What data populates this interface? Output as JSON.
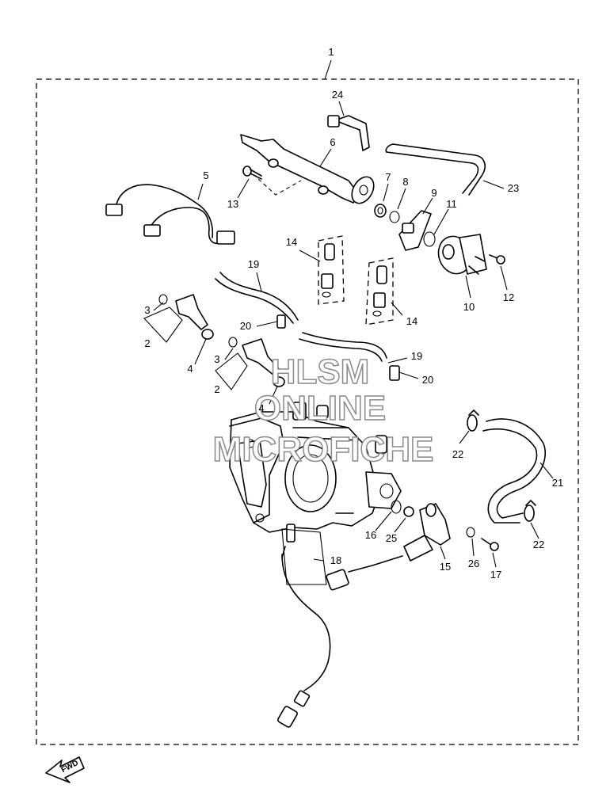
{
  "labels": {
    "l1": "1",
    "l2a": "2",
    "l2b": "2",
    "l3a": "3",
    "l3b": "3",
    "l4a": "4",
    "l4b": "4",
    "l5": "5",
    "l6": "6",
    "l7": "7",
    "l8": "8",
    "l9": "9",
    "l10": "10",
    "l11": "11",
    "l12": "12",
    "l13": "13",
    "l14a": "14",
    "l14b": "14",
    "l15": "15",
    "l16": "16",
    "l17": "17",
    "l18": "18",
    "l19a": "19",
    "l19b": "19",
    "l20a": "20",
    "l20b": "20",
    "l21": "21",
    "l22a": "22",
    "l22b": "22",
    "l23": "23",
    "l24": "24",
    "l25": "25",
    "l26": "26"
  },
  "watermark": {
    "line1": "HLSM",
    "line2": "ONLINE",
    "line3": "MICROFICHE"
  },
  "fwd_arrow": {
    "text": "FWD"
  }
}
